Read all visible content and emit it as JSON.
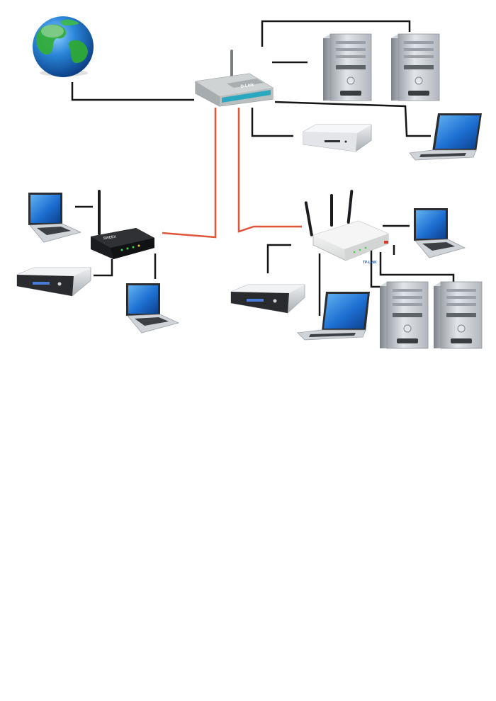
{
  "canvas": {
    "background": "#ffffff"
  },
  "colors": {
    "ethernet_cable": "#141414",
    "uplink_cable": "#e0553a",
    "globe_ocean": "#1e78d2",
    "globe_land": "#2fa836",
    "tower_case": "#b9bdc3",
    "tower_panel": "#d6d9de",
    "laptop_screen": "#1e6fd0",
    "laptop_body": "#c8ccd2",
    "stb_silver": "#c5c8cc",
    "stb_dark": "#232427",
    "router_gray": "#bfc4c6",
    "router_accent": "#2aa8c0",
    "router_black": "#1b1c1f",
    "router_white": "#eef0ee"
  },
  "network": {
    "internet": {
      "icon": "globe-icon"
    },
    "main_router": {
      "icon": "dlink-router-icon",
      "brand_text": "D-Link"
    },
    "left_router": {
      "icon": "black-router-icon",
      "brand_text": "SWEEX"
    },
    "right_router": {
      "icon": "tplink-router-icon",
      "brand_text": "TP-LINK"
    },
    "devices": [
      {
        "icon": "desktop-tower-icon",
        "segment": "main"
      },
      {
        "icon": "desktop-tower-icon",
        "segment": "main"
      },
      {
        "icon": "set-top-box-icon",
        "segment": "main"
      },
      {
        "icon": "laptop-icon",
        "segment": "main"
      },
      {
        "icon": "laptop-icon",
        "segment": "left"
      },
      {
        "icon": "set-top-box-icon",
        "segment": "left"
      },
      {
        "icon": "laptop-icon",
        "segment": "left"
      },
      {
        "icon": "laptop-icon",
        "segment": "right"
      },
      {
        "icon": "set-top-box-icon",
        "segment": "right"
      },
      {
        "icon": "laptop-icon",
        "segment": "right"
      },
      {
        "icon": "desktop-tower-icon",
        "segment": "right"
      },
      {
        "icon": "desktop-tower-icon",
        "segment": "right"
      }
    ]
  }
}
